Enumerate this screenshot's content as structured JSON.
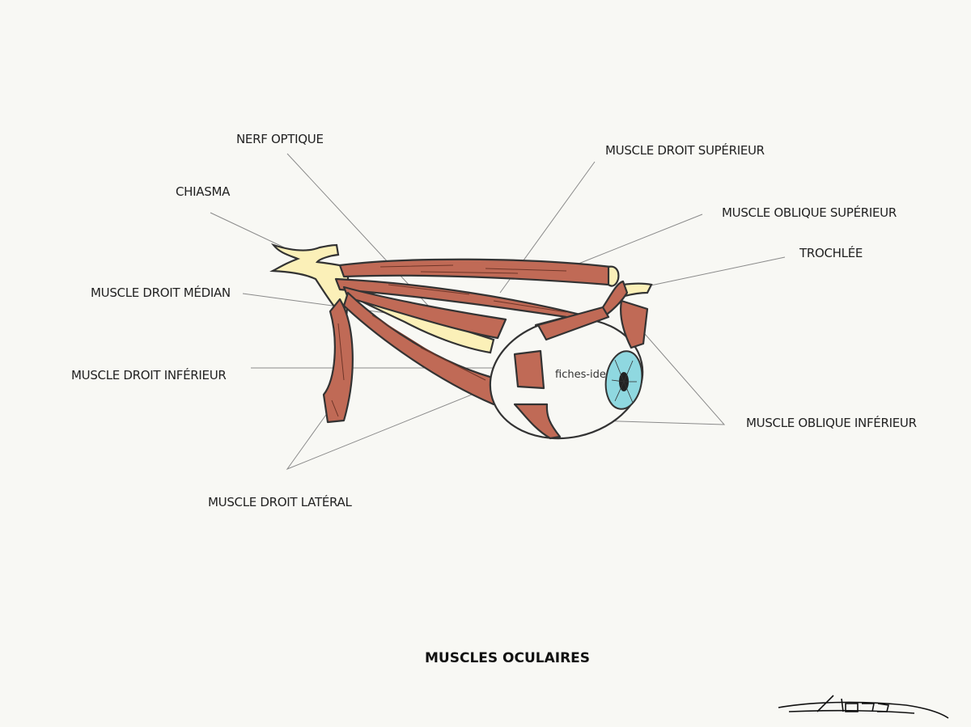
{
  "title": "MUSCLES OCULAIRES",
  "watermark": "fiches-ide",
  "signature": "Eliana",
  "labels": {
    "nerf_optique": "NERF OPTIQUE",
    "chiasma": "CHIASMA",
    "droit_superieur": "MUSCLE DROIT SUPÉRIEUR",
    "oblique_superieur": "MUSCLE OBLIQUE SUPÉRIEUR",
    "trochlee": "TROCHLÉE",
    "droit_median": "MUSCLE DROIT MÉDIAN",
    "droit_inferieur": "MUSCLE DROIT INFÉRIEUR",
    "oblique_inferieur": "MUSCLE OBLIQUE INFÉRIEUR",
    "droit_lateral": "MUSCLE DROIT LATÉRAL"
  },
  "colors": {
    "muscle": "#c06a56",
    "nerve": "#fbf0b8",
    "iris": "#8fd8e0",
    "background": "#f8f8f4"
  }
}
